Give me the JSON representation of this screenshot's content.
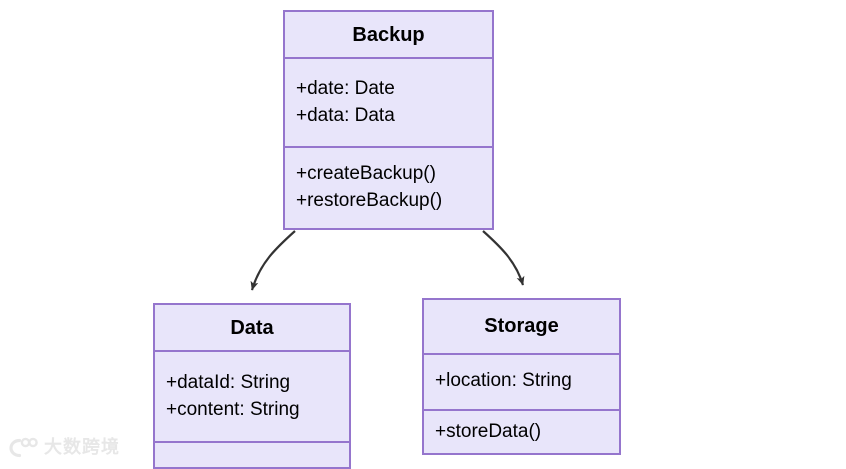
{
  "diagram": {
    "type": "uml-class-diagram",
    "background_color": "#ffffff",
    "box_fill_color": "#e8e5fa",
    "box_border_color": "#9575cd",
    "edge_color": "#333333",
    "classes": [
      {
        "id": "backup",
        "name": "Backup",
        "attributes": [
          "+date: Date",
          "+data: Data"
        ],
        "methods": [
          "+createBackup()",
          "+restoreBackup()"
        ]
      },
      {
        "id": "data",
        "name": "Data",
        "attributes": [
          "+dataId: String",
          "+content: String"
        ],
        "methods": []
      },
      {
        "id": "storage",
        "name": "Storage",
        "attributes": [
          "+location: String"
        ],
        "methods": [
          "+storeData()"
        ]
      }
    ],
    "edges": [
      {
        "id": "backup-to-data",
        "from": "Backup",
        "to": "Data",
        "arrowhead": "solid-filled",
        "style": "curved"
      },
      {
        "id": "backup-to-storage",
        "from": "Backup",
        "to": "Storage",
        "arrowhead": "solid-filled",
        "style": "curved"
      }
    ]
  },
  "watermark": {
    "text": "大数跨境",
    "icon": "brand-logo-icon",
    "color": "#e6e6e6"
  }
}
